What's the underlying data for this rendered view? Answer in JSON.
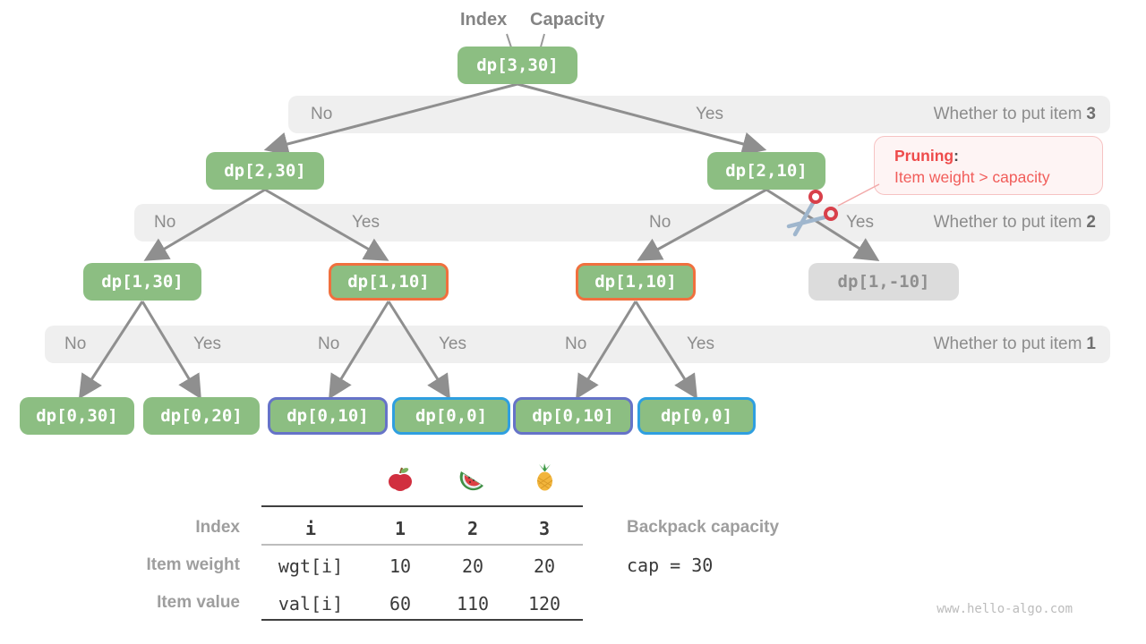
{
  "header": {
    "index": "Index",
    "capacity": "Capacity"
  },
  "nodes": {
    "dp330": "dp[3,30]",
    "dp230": "dp[2,30]",
    "dp210": "dp[2,10]",
    "dp130": "dp[1,30]",
    "dp110a": "dp[1,10]",
    "dp110b": "dp[1,10]",
    "dp1n10": "dp[1,-10]",
    "dp030": "dp[0,30]",
    "dp020": "dp[0,20]",
    "dp010a": "dp[0,10]",
    "dp000a": "dp[0,0]",
    "dp010b": "dp[0,10]",
    "dp000b": "dp[0,0]"
  },
  "bands": [
    {
      "labels": [
        "No",
        "Yes"
      ],
      "question": "Whether to put item",
      "item": "3"
    },
    {
      "labels": [
        "No",
        "Yes",
        "No",
        "Yes"
      ],
      "question": "Whether to put item",
      "item": "2"
    },
    {
      "labels": [
        "No",
        "Yes",
        "No",
        "Yes",
        "No",
        "Yes"
      ],
      "question": "Whether to put item",
      "item": "1"
    }
  ],
  "pruning": {
    "title": "Pruning",
    "colon": ":",
    "detail": "Item weight > capacity"
  },
  "table": {
    "fruits": [
      "apple",
      "watermelon",
      "pineapple"
    ],
    "row_headers": [
      "Index",
      "Item weight",
      "Item value"
    ],
    "rows": [
      [
        "i",
        "1",
        "2",
        "3"
      ],
      [
        "wgt[i]",
        "10",
        "20",
        "20"
      ],
      [
        "val[i]",
        "60",
        "110",
        "120"
      ]
    ]
  },
  "capacity": {
    "label": "Backpack capacity",
    "value": "cap = 30"
  },
  "watermark": "www.hello-algo.com",
  "colors": {
    "node_green": "#8cbe82",
    "node_gray": "#dcdcdc",
    "orange_border": "#f0703e",
    "purple_border": "#6673c8",
    "blue_border": "#2f9fe0",
    "band_bg": "#efefef",
    "edge_gray": "#8f8f8f",
    "pruning_red": "#ee4b4b"
  }
}
